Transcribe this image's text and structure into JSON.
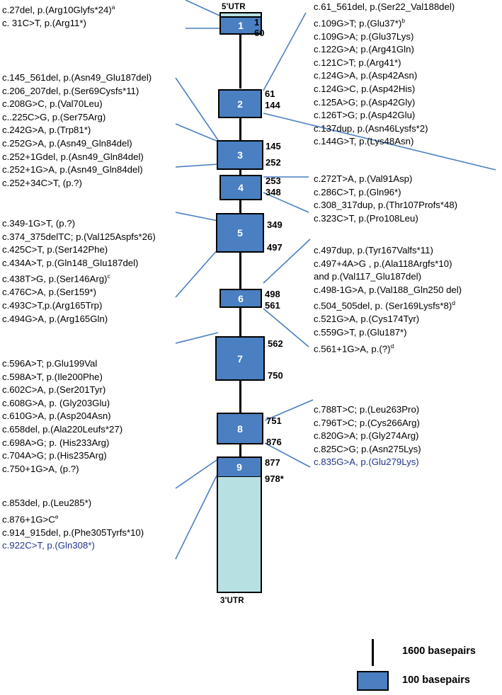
{
  "figure": {
    "title": "Gene exon structure with reported variants",
    "accent_exon_color": "#4a7fc1",
    "utr_color": "#b7e0e2",
    "highlight_text_color": "#22348c"
  },
  "gene": {
    "utr5_label": "5'UTR",
    "utr3_label": "3'UTR",
    "exons": [
      {
        "number": "1",
        "start": "1",
        "end": "60"
      },
      {
        "number": "2",
        "start": "61",
        "end": "144"
      },
      {
        "number": "3",
        "start": "145",
        "end": "252"
      },
      {
        "number": "4",
        "start": "253",
        "end": "348"
      },
      {
        "number": "5",
        "start": "349",
        "end": "497"
      },
      {
        "number": "6",
        "start": "498",
        "end": "561"
      },
      {
        "number": "7",
        "start": "562",
        "end": "750"
      },
      {
        "number": "8",
        "start": "751",
        "end": "876"
      },
      {
        "number": "9",
        "start": "877",
        "end": "978*"
      }
    ]
  },
  "left_blocks": [
    {
      "name": "exon1-variants",
      "lines": [
        {
          "text": "c.27del, p.(Arg10Glyfs*24)",
          "sup": "a",
          "highlight": false
        },
        {
          "text": "c. 31C>T, p.(Arg11*)",
          "sup": "",
          "highlight": false
        }
      ]
    },
    {
      "name": "exon3-variants",
      "lines": [
        {
          "text": "c.145_561del, p.(Asn49_Glu187del)",
          "sup": "",
          "highlight": false
        },
        {
          "text": "c.206_207del, p.(Ser69Cysfs*11)",
          "sup": "",
          "highlight": false
        },
        {
          "text": "c.208G>C, p.(Val70Leu)",
          "sup": "",
          "highlight": false
        },
        {
          "text": "c..225C>G, p.(Ser75Arg)",
          "sup": "",
          "highlight": false
        },
        {
          "text": "c.242G>A, p.(Trp81*)",
          "sup": "",
          "highlight": false
        },
        {
          "text": "c.252G>A, p.(Asn49_Gln84del)",
          "sup": "",
          "highlight": false
        },
        {
          "text": "c.252+1Gdel,  p.(Asn49_Gln84del)",
          "sup": "",
          "highlight": false
        },
        {
          "text": "c.252+1G>A, p.(Asn49_Gln84del)",
          "sup": "",
          "highlight": false
        },
        {
          "text": "c.252+34C>T, (p.?)",
          "sup": "",
          "highlight": false
        }
      ]
    },
    {
      "name": "exon5-variants",
      "lines": [
        {
          "text": "c.349-1G>T, (p.?)",
          "sup": "",
          "highlight": false
        },
        {
          "text": "c.374_375delTC; p.(Val125Aspfs*26)",
          "sup": "",
          "highlight": false
        },
        {
          "text": "c.425C>T, p.(Ser142Phe)",
          "sup": "",
          "highlight": false
        },
        {
          "text": "c.434A>T, p.(Gln148_Glu187del)",
          "sup": "",
          "highlight": false
        },
        {
          "text": "c.438T>G, p.(Ser146Arg)",
          "sup": "c",
          "highlight": false
        },
        {
          "text": "c.476C>A, p.(Ser159*)",
          "sup": "",
          "highlight": false
        },
        {
          "text": "c.493C>T,p.(Arg165Trp)",
          "sup": "",
          "highlight": false
        },
        {
          "text": "c.494G>A, p.(Arg165Gln)",
          "sup": "",
          "highlight": false
        }
      ]
    },
    {
      "name": "exon7-variants",
      "lines": [
        {
          "text": "c.596A>T; p.Glu199Val",
          "sup": "",
          "highlight": false
        },
        {
          "text": "c.598A>T, p.(Ile200Phe)",
          "sup": "",
          "highlight": false
        },
        {
          "text": "c.602C>A, p.(Ser201Tyr)",
          "sup": "",
          "highlight": false
        },
        {
          "text": "c.608G>A, p. (Gly203Glu)",
          "sup": "",
          "highlight": false
        },
        {
          "text": "c.610G>A, p.(Asp204Asn)",
          "sup": "",
          "highlight": false
        },
        {
          "text": "c.658del, p.(Ala220Leufs*27)",
          "sup": "",
          "highlight": false
        },
        {
          "text": "c.698A>G; p. (His233Arg)",
          "sup": "",
          "highlight": false
        },
        {
          "text": "c.704A>G; p.(His235Arg)",
          "sup": "",
          "highlight": false
        },
        {
          "text": "c.750+1G>A, (p.?)",
          "sup": "",
          "highlight": false
        }
      ]
    },
    {
      "name": "exon9-variants",
      "lines": [
        {
          "text": "c.853del, p.(Leu285*)",
          "sup": "",
          "highlight": false
        },
        {
          "text": "c.876+1G>C",
          "sup": "e",
          "highlight": false
        },
        {
          "text": "c.914_915del, p.(Phe305Tyrfs*10)",
          "sup": "",
          "highlight": false
        },
        {
          "text": "c.922C>T, p.(Gln308*)",
          "sup": "",
          "highlight": true
        }
      ]
    }
  ],
  "right_blocks": [
    {
      "name": "exon2-variants",
      "lines": [
        {
          "text": "c.61_561del, p.(Ser22_Val188del)",
          "sup": "",
          "highlight": false
        },
        {
          "text": "c.109G>T; p.(Glu37*)",
          "sup": "b",
          "highlight": false
        },
        {
          "text": "c.109G>A; p.(Glu37Lys)",
          "sup": "",
          "highlight": false
        },
        {
          "text": "c.122G>A; p.(Arg41Gln)",
          "sup": "",
          "highlight": false
        },
        {
          "text": "c.121C>T; p.(Arg41*)",
          "sup": "",
          "highlight": false
        },
        {
          "text": "c.124G>A, p.(Asp42Asn)",
          "sup": "",
          "highlight": false
        },
        {
          "text": "c.124G>C, p.(Asp42His)",
          "sup": "",
          "highlight": false
        },
        {
          "text": "c.125A>G; p.(Asp42Gly)",
          "sup": "",
          "highlight": false
        },
        {
          "text": "c.126T>G; p.(Asp42Glu)",
          "sup": "",
          "highlight": false
        },
        {
          "text": "c.137dup, p.(Asn46Lysfs*2)",
          "sup": "",
          "highlight": false
        },
        {
          "text": "c.144G>T, p.(Lys48Asn)",
          "sup": "",
          "highlight": false
        }
      ]
    },
    {
      "name": "exon4-variants",
      "lines": [
        {
          "text": "c.272T>A, p.(Val91Asp)",
          "sup": "",
          "highlight": false
        },
        {
          "text": "c.286C>T, p.(Gln96*)",
          "sup": "",
          "highlight": false
        },
        {
          "text": "c.308_317dup, p.(Thr107Profs*48)",
          "sup": "",
          "highlight": false
        },
        {
          "text": "c.323C>T, p.(Pro108Leu)",
          "sup": "",
          "highlight": false
        }
      ]
    },
    {
      "name": "exon6-variants",
      "lines": [
        {
          "text": "c.497dup, p.(Tyr167Valfs*11)",
          "sup": "",
          "highlight": false
        },
        {
          "text": "c.497+4A>G , p.(Ala118Argfs*10)",
          "sup": "",
          "highlight": false
        },
        {
          "text": "and p.(Val117_Glu187del)",
          "sup": "",
          "highlight": false
        },
        {
          "text": "c.498-1G>A, p.(Val188_Gln250 del)",
          "sup": "",
          "highlight": false
        },
        {
          "text": "c.504_505del, p. (Ser169Lysfs*8)",
          "sup": "d",
          "highlight": false
        },
        {
          "text": "c.521G>A, p.(Cys174Tyr)",
          "sup": "",
          "highlight": false
        },
        {
          "text": "c.559G>T, p.(Glu187*)",
          "sup": "",
          "highlight": false
        },
        {
          "text": "c.561+1G>A, p.(?)",
          "sup": "d",
          "highlight": false
        }
      ]
    },
    {
      "name": "exon8-variants",
      "lines": [
        {
          "text": "c.788T>C; p.(Leu263Pro)",
          "sup": "",
          "highlight": false
        },
        {
          "text": "c.796T>C; p.(Cys266Arg)",
          "sup": "",
          "highlight": false
        },
        {
          "text": "c.820G>A; p.(Gly274Arg)",
          "sup": "",
          "highlight": false
        },
        {
          "text": "c.825C>G; p.(Asn275Lys)",
          "sup": "",
          "highlight": false
        },
        {
          "text": "c.835G>A, p.(Glu279Lys)",
          "sup": "",
          "highlight": true
        }
      ]
    }
  ],
  "legend": {
    "line_label": "1600 basepairs",
    "box_label": "100 basepairs"
  }
}
